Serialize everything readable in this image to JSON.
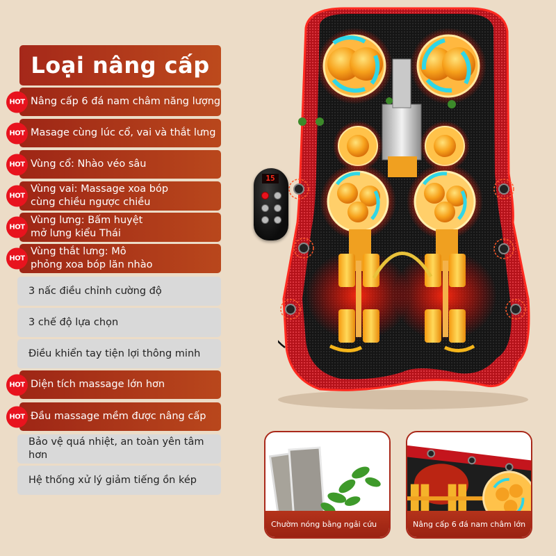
{
  "panel": {
    "title": "Loại nâng cấp",
    "hot_label": "HOT",
    "features": [
      {
        "text": "Nâng cấp 6 đá nam châm năng lượng",
        "hot": true
      },
      {
        "text": "Masage cùng lúc cổ, vai và thắt lưng",
        "hot": true
      },
      {
        "text": "Vùng cổ: Nhào véo sâu",
        "hot": true
      },
      {
        "text": "Vùng vai: Massage xoa bóp cùng chiều ngược chiều",
        "line1": "Vùng vai: Massage xoa bóp",
        "line2": "cùng chiều ngược chiều",
        "hot": true
      },
      {
        "text": "Vùng lưng: Bấm huyệt mở lưng kiểu Thái",
        "line1": "Vùng lưng: Bấm huyệt",
        "line2": "mở lưng kiểu Thái",
        "hot": true
      },
      {
        "text": "Vùng thắt lưng: Mô phỏng xoa bóp lăn nhào",
        "line1": "Vùng thắt lưng: Mô",
        "line2": "phỏng xoa bóp lăn nhào",
        "hot": true
      },
      {
        "text": "3 nấc điều chỉnh cường độ",
        "hot": false
      },
      {
        "text": "3 chế độ lựa chọn",
        "hot": false
      },
      {
        "text": "Điều khiển tay tiện lợi thông minh",
        "hot": false
      },
      {
        "text": "Diện tích massage lớn hơn",
        "hot": true
      },
      {
        "text": "Đầu massage mềm được nâng cấp",
        "hot": true
      },
      {
        "text": "Bảo vệ quá nhiệt, an toàn yên tâm hơn",
        "hot": false
      },
      {
        "text": "Hệ thống xử lý giảm tiếng ồn kép",
        "hot": false
      }
    ]
  },
  "product": {
    "image": "massage-cushion-icon",
    "remote": {
      "display": "15",
      "icon": "remote-control-icon"
    }
  },
  "cards": [
    {
      "caption": "Chườm nóng bằng ngải cứu",
      "icon": "herbal-heat-pad-icon"
    },
    {
      "caption": "Nâng cấp 6 đá nam châm lớn",
      "icon": "magnet-stone-roller-icon"
    }
  ],
  "colors": {
    "background": "#ecdcc7",
    "hot_row": "#a5281a",
    "plain_row": "#d9d9d9",
    "hot_badge": "#e8131e",
    "accent_orange": "#f5a623",
    "arrow_cyan": "#2fd6e6"
  }
}
